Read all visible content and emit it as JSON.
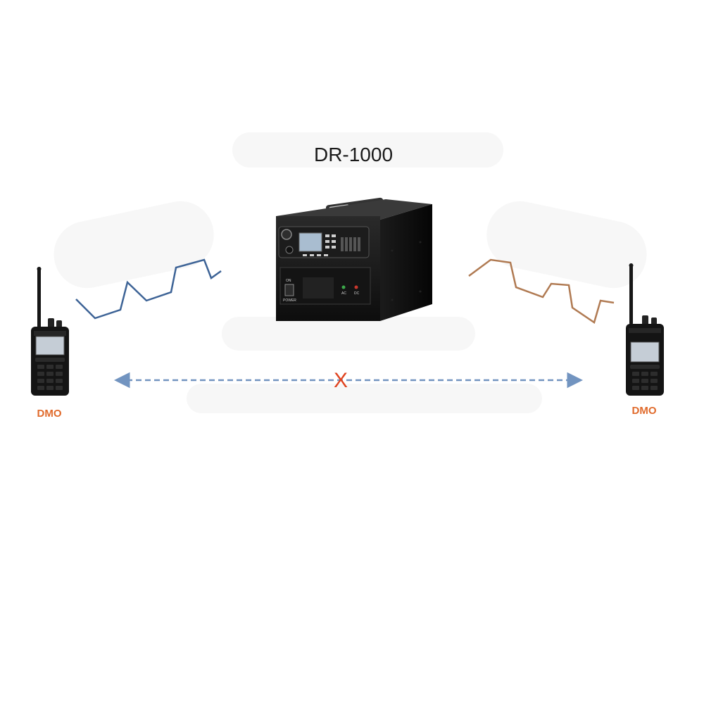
{
  "diagram": {
    "title": "DR-1000",
    "left_radio_label": "DMO",
    "right_radio_label": "DMO",
    "blocked_mark": "X",
    "repeater_panel": {
      "switch_label": "ON",
      "power_label": "POWER",
      "led_ac_label": "AC",
      "led_dc_label": "DC"
    }
  },
  "colors": {
    "left_signal": "#3d6396",
    "right_signal": "#b07a52",
    "link_arrow": "#7294c0",
    "blocked_mark": "#e0431f",
    "dmo_label": "#e06a2b",
    "led_green": "#3ca84a",
    "led_red": "#c8372d"
  },
  "icons": {
    "repeater": "repeater-base-station-icon",
    "left_radio": "handheld-radio-icon",
    "right_radio": "handheld-radio-icon"
  }
}
